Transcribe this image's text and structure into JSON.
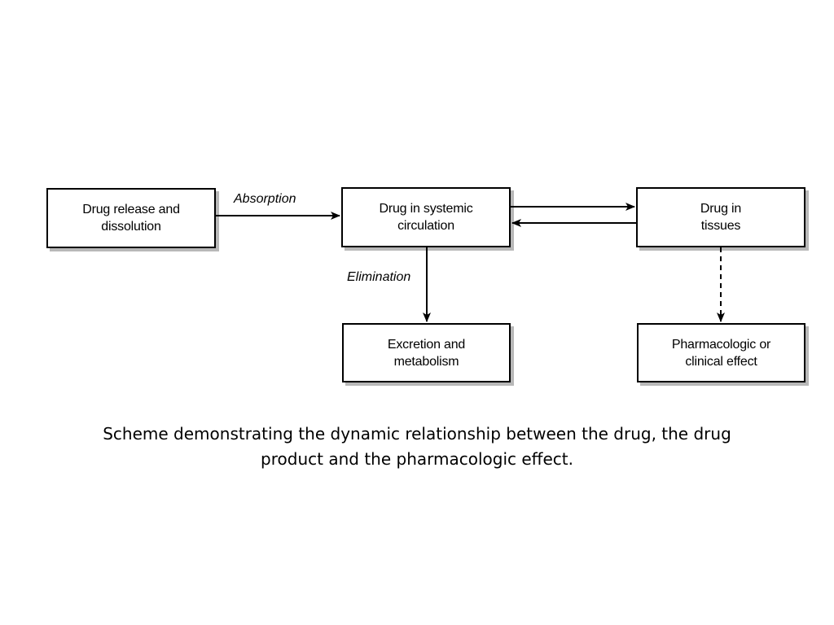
{
  "diagram": {
    "nodes": {
      "release": {
        "line1": "Drug release and",
        "line2": "dissolution"
      },
      "systemic": {
        "line1": "Drug in systemic",
        "line2": "circulation"
      },
      "tissues": {
        "line1": "Drug in",
        "line2": "tissues"
      },
      "excretion": {
        "line1": "Excretion and",
        "line2": "metabolism"
      },
      "effect": {
        "line1": "Pharmacologic or",
        "line2": "clinical effect"
      }
    },
    "edges": {
      "absorption_label": "Absorption",
      "elimination_label": "Elimination"
    }
  },
  "caption": {
    "line1": "Scheme demonstrating the dynamic relationship between the drug, the drug",
    "line2": "product and the pharmacologic effect."
  }
}
